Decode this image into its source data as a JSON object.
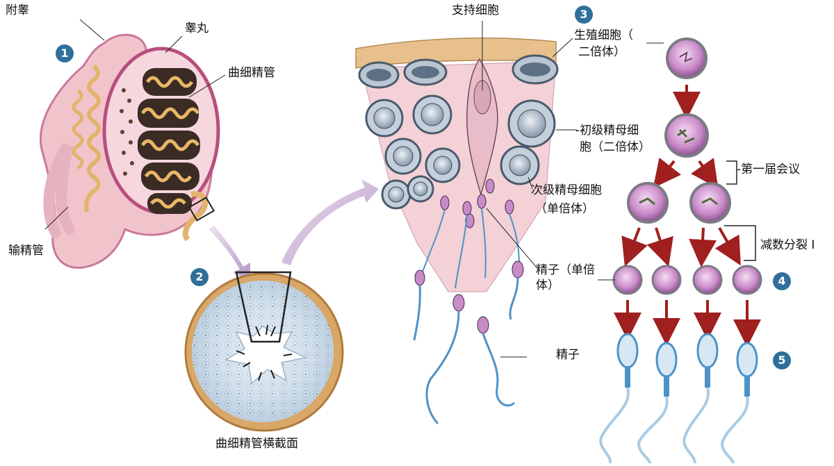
{
  "labels": {
    "epididymis": "附睾",
    "testis": "睾丸",
    "seminiferous_tubule": "曲细精管",
    "vas_deferens": "输精管",
    "cross_section": "曲细精管横截面",
    "sertoli": "支持细胞",
    "germ_cell_line1": "生殖细胞（",
    "germ_cell_line2": "二倍体）",
    "primary_line1": "-初级精母细",
    "primary_line2": "胞（二倍体）",
    "secondary_line1": "次级精母细胞",
    "secondary_line2": "（单倍体）",
    "sperm_haploid_line1": "精子（单倍",
    "sperm_haploid_line2": "体）",
    "sperm": "精子",
    "meiosis1": "-第一届会议",
    "meiosis2": "减数分裂 I"
  },
  "badges": {
    "b1": "1",
    "b2": "2",
    "b3": "3",
    "b4": "4",
    "b5": "5"
  },
  "colors": {
    "badge": "#2f6f9a",
    "arrow_red": "#a01f1f",
    "cell_pink": "#c98ac8",
    "tissue_pink": "#f0c7cf",
    "tubule_tan": "#e2b46b",
    "sperm_blue": "#4d92c7"
  }
}
